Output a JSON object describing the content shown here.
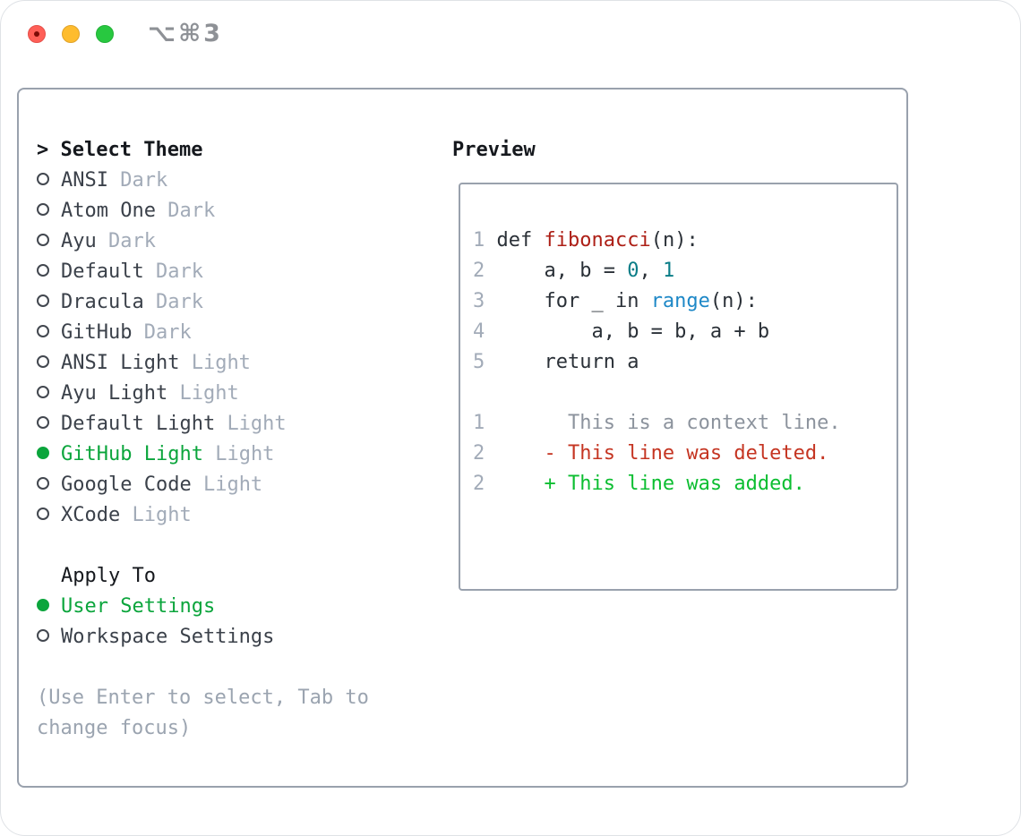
{
  "window": {
    "title": "⌥⌘3",
    "traffic_lights": [
      "close",
      "minimize",
      "zoom"
    ]
  },
  "theme_picker": {
    "prompt": ">",
    "title": "Select Theme",
    "items": [
      {
        "name": "ANSI",
        "tag": "Dark",
        "selected": false
      },
      {
        "name": "Atom One",
        "tag": "Dark",
        "selected": false
      },
      {
        "name": "Ayu",
        "tag": "Dark",
        "selected": false
      },
      {
        "name": "Default",
        "tag": "Dark",
        "selected": false
      },
      {
        "name": "Dracula",
        "tag": "Dark",
        "selected": false
      },
      {
        "name": "GitHub",
        "tag": "Dark",
        "selected": false
      },
      {
        "name": "ANSI Light",
        "tag": "Light",
        "selected": false
      },
      {
        "name": "Ayu Light",
        "tag": "Light",
        "selected": false
      },
      {
        "name": "Default Light",
        "tag": "Light",
        "selected": false
      },
      {
        "name": "GitHub Light",
        "tag": "Light",
        "selected": true
      },
      {
        "name": "Google Code",
        "tag": "Light",
        "selected": false
      },
      {
        "name": "XCode",
        "tag": "Light",
        "selected": false
      }
    ],
    "apply_to": {
      "title": "Apply To",
      "options": [
        {
          "name": "User Settings",
          "selected": true
        },
        {
          "name": "Workspace Settings",
          "selected": false
        }
      ]
    },
    "hint": "(Use Enter to select, Tab to change focus)"
  },
  "preview": {
    "title": "Preview",
    "code_lines": [
      {
        "num": "1",
        "kind": "code",
        "segments": [
          {
            "text": "def ",
            "style": "code"
          },
          {
            "text": "fibonacci",
            "style": "func"
          },
          {
            "text": "(n):",
            "style": "code"
          }
        ]
      },
      {
        "num": "2",
        "kind": "code",
        "segments": [
          {
            "text": "    a, b = ",
            "style": "code"
          },
          {
            "text": "0",
            "style": "num"
          },
          {
            "text": ", ",
            "style": "code"
          },
          {
            "text": "1",
            "style": "num"
          }
        ]
      },
      {
        "num": "3",
        "kind": "code",
        "segments": [
          {
            "text": "    for _ in ",
            "style": "code"
          },
          {
            "text": "range",
            "style": "builtin"
          },
          {
            "text": "(n):",
            "style": "code"
          }
        ]
      },
      {
        "num": "4",
        "kind": "code",
        "segments": [
          {
            "text": "        a, b = b, a + b",
            "style": "code"
          }
        ]
      },
      {
        "num": "5",
        "kind": "code",
        "segments": [
          {
            "text": "    return a",
            "style": "code"
          }
        ]
      },
      {
        "num": "",
        "kind": "blank",
        "segments": []
      },
      {
        "num": "1",
        "kind": "context",
        "segments": [
          {
            "text": "      This is a context line.",
            "style": "context"
          }
        ]
      },
      {
        "num": "2",
        "kind": "deleted",
        "segments": [
          {
            "text": "    - This line was deleted.",
            "style": "deleted"
          }
        ]
      },
      {
        "num": "2",
        "kind": "added",
        "segments": [
          {
            "text": "    + This line was added.",
            "style": "added"
          }
        ]
      }
    ]
  },
  "colors": {
    "c-header": "#15181d",
    "c-item": "#3b414a",
    "c-tag": "#a2abb8",
    "c-selected": "#0ba53c",
    "c-radio": "#42474f",
    "c-hint": "#9ba4b0",
    "c-border": "#99a1ad",
    "c-ln": "#a2abb8",
    "c-code": "#2a3037",
    "c-func": "#ad1f16",
    "c-number": "#0a7d87",
    "c-builtin": "#1e88c7",
    "c-context": "#8c939d",
    "c-deleted": "#c53522",
    "c-added": "#0cbe31",
    "c-title": "#8e9196",
    "tl-red": "#ff5f57",
    "tl-yellow": "#febc2e",
    "tl-green": "#28c840"
  }
}
